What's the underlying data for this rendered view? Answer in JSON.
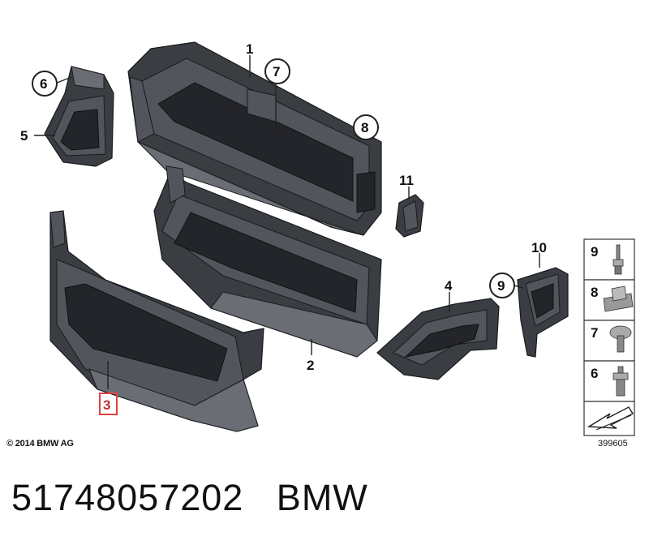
{
  "callouts": {
    "c1": "1",
    "c2": "2",
    "c3": "3",
    "c4": "4",
    "c5": "5",
    "c6": "6",
    "c7": "7",
    "c8": "8",
    "c9": "9",
    "c10": "10",
    "c11": "11"
  },
  "legend": {
    "items": [
      "9",
      "8",
      "7",
      "6"
    ]
  },
  "copyright": "© 2014 BMW AG",
  "image_number": "399605",
  "caption": "51748057202   BMW",
  "colors": {
    "highlight": "#e04040",
    "part": "#3a3d42"
  }
}
